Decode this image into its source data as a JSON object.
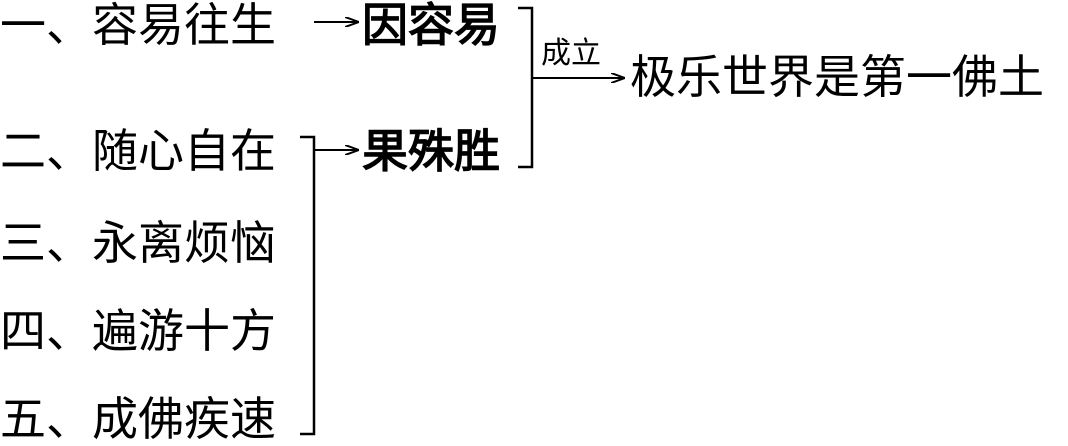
{
  "items": [
    "一、容易往生",
    "二、随心自在",
    "三、永离烦恼",
    "四、遍游十方",
    "五、成佛疾速"
  ],
  "causes": [
    "因容易",
    "果殊胜"
  ],
  "relation_label": "成立",
  "conclusion": "极乐世界是第一佛土"
}
